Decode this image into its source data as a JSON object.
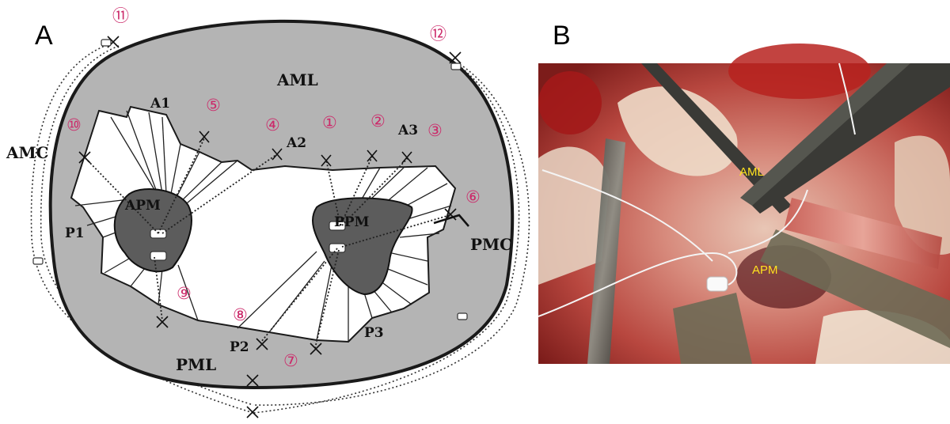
{
  "panel_a": {
    "letter": "A",
    "labels": {
      "aml": "AML",
      "pml": "PML",
      "amc": "AMC",
      "pmc": "PMC",
      "apm": "APM",
      "ppm": "PPM",
      "a1": "A1",
      "a2": "A2",
      "a3": "A3",
      "p1": "P1",
      "p2": "P2",
      "p3": "P3"
    },
    "numbers": [
      "①",
      "②",
      "③",
      "④",
      "⑤",
      "⑥",
      "⑦",
      "⑧",
      "⑨",
      "⑩",
      "⑪",
      "⑫"
    ],
    "colors": {
      "annulus": "#b4b4b4",
      "papillary": "#5c5c5c",
      "number_pink": "#cc2a6a",
      "outline": "#1a1a1a"
    }
  },
  "panel_b": {
    "letter": "B",
    "labels": {
      "aml": "AML",
      "apm": "APM"
    },
    "label_color": "#ffe21f"
  }
}
